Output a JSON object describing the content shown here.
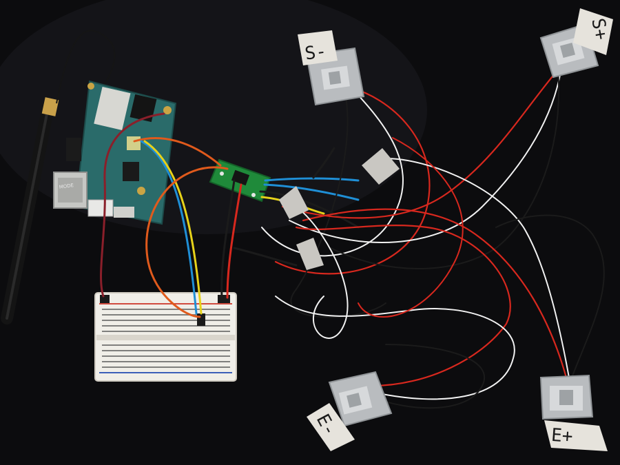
{
  "labels": {
    "top_left": "S-",
    "top_right": "S+",
    "bottom_left": "E-",
    "bottom_right": "E+"
  },
  "board_marking": "MODE",
  "colors": {
    "background": "#0c0c0e",
    "pcb": "#2a6b6a",
    "hx711": "#1f8a3a",
    "breadboard": "#f0eee8",
    "load_cell": "#b9bcbf",
    "tape": "#e6e3dc",
    "wire_red": "#d8281e",
    "wire_white": "#f2f2f2",
    "wire_black": "#1b1b1b",
    "wire_blue": "#1f8fd6",
    "wire_yellow": "#e6d21a",
    "wire_orange": "#e05a1c",
    "wire_maroon": "#8a1f2a"
  }
}
